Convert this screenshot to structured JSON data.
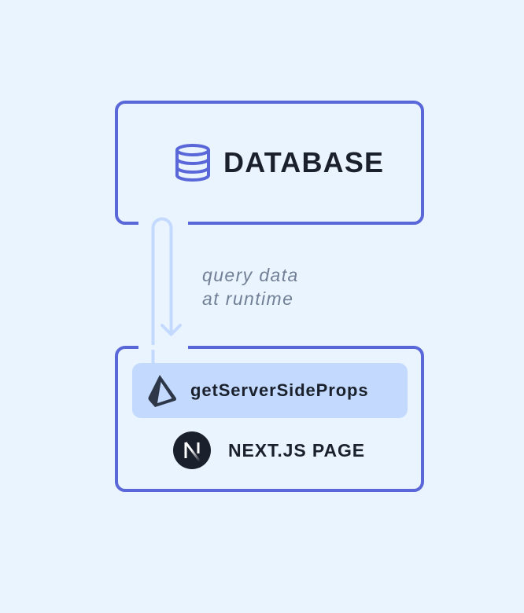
{
  "diagram": {
    "colors": {
      "background": "#eaf4fe",
      "box_border": "#5a67d8",
      "connector": "#c3dafe",
      "highlight_fill": "#c3dafe",
      "title_text": "#1a202c",
      "annotation_text": "#718096",
      "db_icon": "#5a67d8"
    },
    "database_box": {
      "icon": "database-icon",
      "title": "DATABASE"
    },
    "connector": {
      "direction": "down",
      "icon": "arrow-down-icon",
      "annotation_lines": [
        "query data",
        "at runtime"
      ]
    },
    "page_box": {
      "data_fetch": {
        "icon": "prisma-logo-icon",
        "label": "getServerSideProps"
      },
      "page": {
        "icon": "nextjs-logo-icon",
        "label": "NEXT.JS PAGE"
      }
    }
  }
}
